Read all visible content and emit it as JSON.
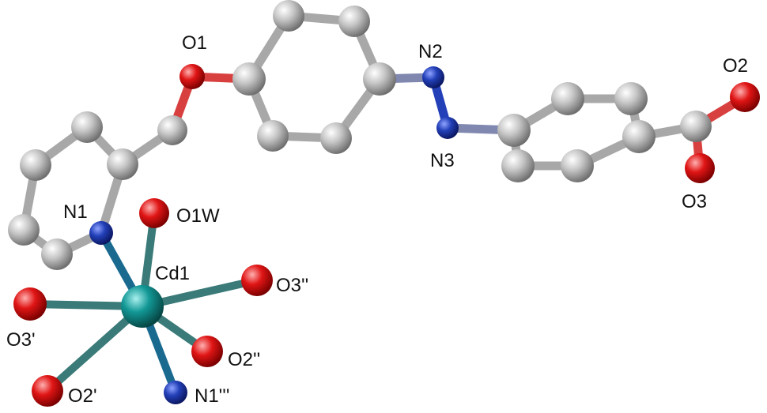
{
  "labels": {
    "O1": "O1",
    "N2": "N2",
    "N3": "N3",
    "O2": "O2",
    "O3": "O3",
    "N1": "N1",
    "O1W": "O1W",
    "Cd1": "Cd1",
    "O3pp": "O3''",
    "O3p": "O3'",
    "O2pp": "O2''",
    "O2p": "O2'",
    "N1ppp": "N1'''"
  },
  "colors": {
    "carbon": "#b8b8b8",
    "oxygen": "#e01010",
    "nitrogen": "#1a3aa8",
    "cadmium": "#108a88",
    "bond_c": "#a8a8a8"
  }
}
